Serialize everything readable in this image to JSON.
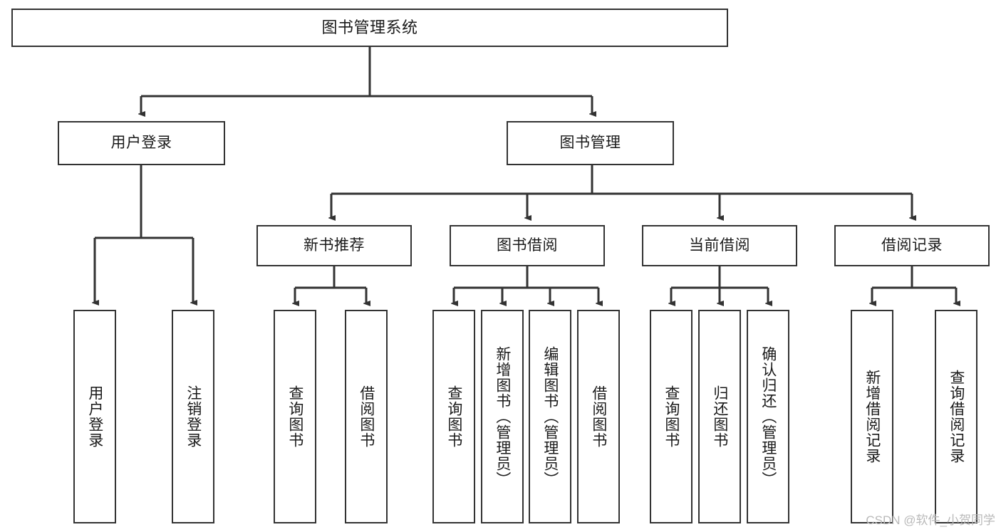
{
  "diagram": {
    "title": "图书管理系统",
    "type": "tree-hierarchy-diagram",
    "colors": {
      "stroke": "#333333",
      "fill": "#ffffff",
      "text": "#1a1a1a",
      "watermark": "#b9b9b9"
    },
    "levels": {
      "root": "图书管理系统",
      "level2": [
        "用户登录",
        "图书管理"
      ],
      "level3": [
        "新书推荐",
        "图书借阅",
        "当前借阅",
        "借阅记录"
      ]
    },
    "nodes": {
      "root": {
        "label": "图书管理系统"
      },
      "user_login": {
        "label": "用户登录"
      },
      "book_manage": {
        "label": "图书管理"
      },
      "new_book_rec": {
        "label": "新书推荐"
      },
      "book_borrow": {
        "label": "图书借阅"
      },
      "current_borrow": {
        "label": "当前借阅"
      },
      "borrow_record": {
        "label": "借阅记录"
      },
      "leaf_user_login": {
        "label": "用户登录"
      },
      "leaf_logout": {
        "label": "注销登录"
      },
      "leaf_query_book_1": {
        "label": "查询图书"
      },
      "leaf_borrow_book_1": {
        "label": "借阅图书"
      },
      "leaf_query_book_2": {
        "label": "查询图书"
      },
      "leaf_add_book": {
        "label": "新增图书（管理员）"
      },
      "leaf_edit_book": {
        "label": "编辑图书（管理员）"
      },
      "leaf_borrow_book_2": {
        "label": "借阅图书"
      },
      "leaf_query_book_3": {
        "label": "查询图书"
      },
      "leaf_return_book": {
        "label": "归还图书"
      },
      "leaf_confirm_return": {
        "label": "确认归还（管理员）"
      },
      "leaf_add_record": {
        "label": "新增借阅记录"
      },
      "leaf_query_record": {
        "label": "查询借阅记录"
      }
    }
  },
  "watermark": {
    "text": "CSDN @软件_小贺同学"
  }
}
